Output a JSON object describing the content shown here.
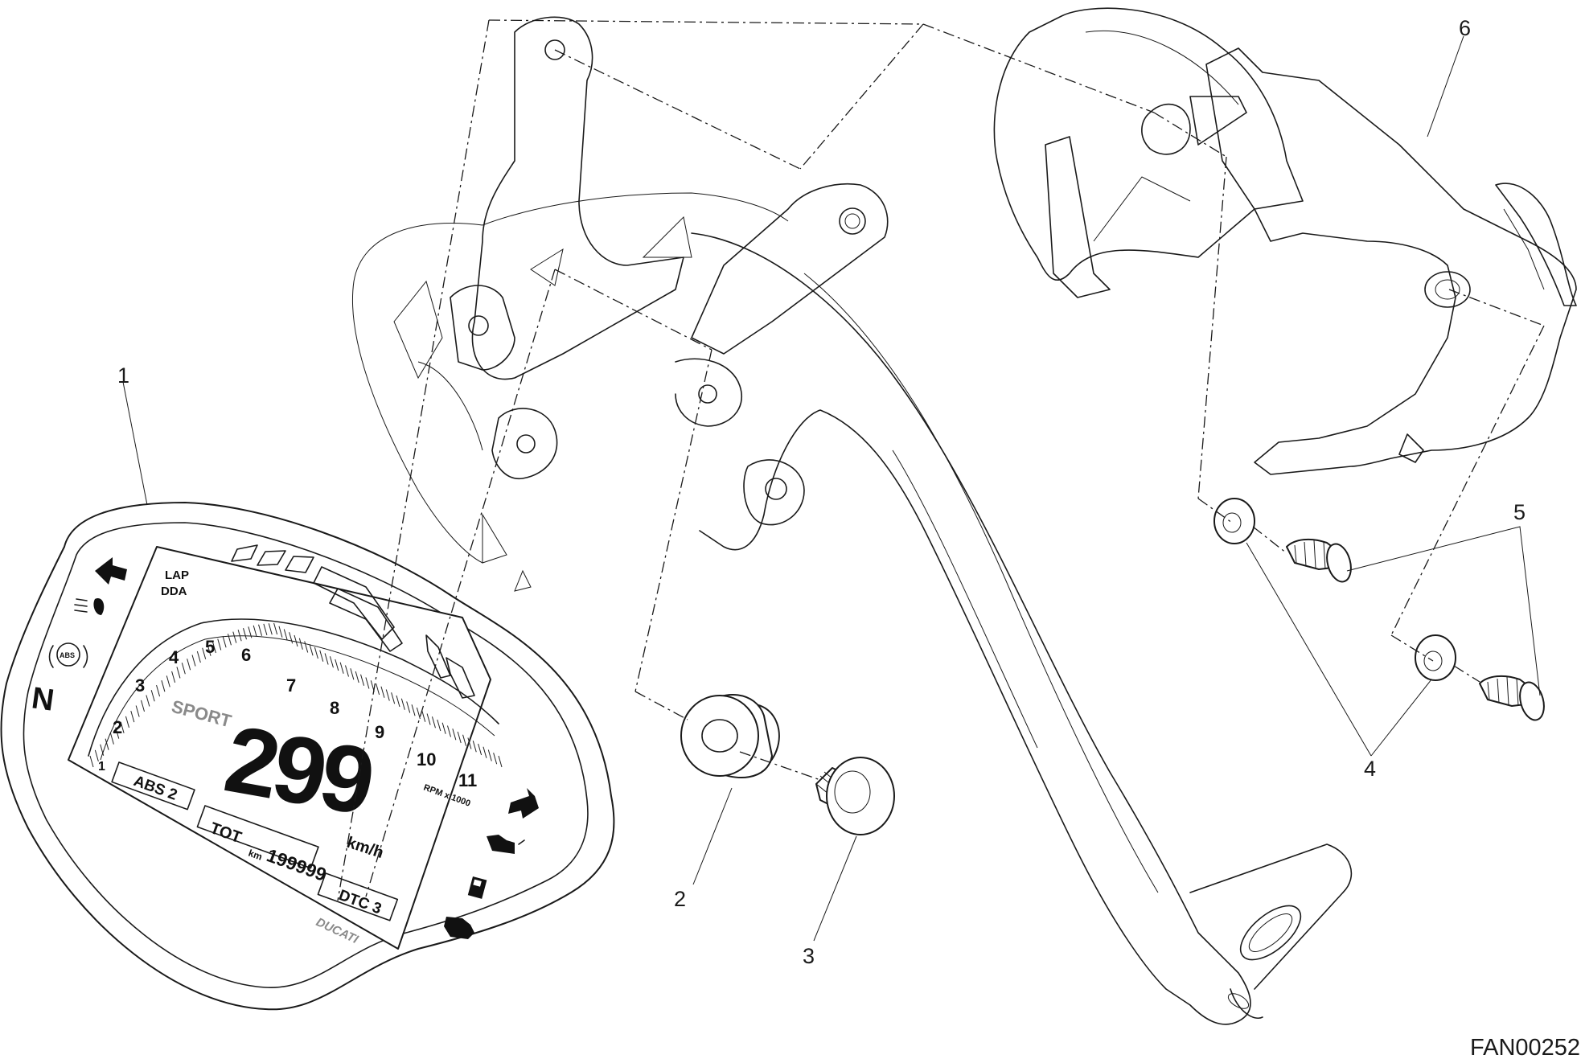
{
  "figure_code": "FAN00252",
  "callouts": [
    {
      "id": "1",
      "label": "1"
    },
    {
      "id": "2",
      "label": "2"
    },
    {
      "id": "3",
      "label": "3"
    },
    {
      "id": "4",
      "label": "4"
    },
    {
      "id": "5",
      "label": "5"
    },
    {
      "id": "6",
      "label": "6"
    }
  ],
  "dashboard": {
    "lap": "LAP",
    "dda": "DDA",
    "mode": "SPORT",
    "speed": "299",
    "speed_unit": "km/h",
    "rpm_unit": "RPM x 1000",
    "rpm_ticks": [
      "1",
      "2",
      "3",
      "4",
      "5",
      "6",
      "7",
      "8",
      "9",
      "10",
      "11"
    ],
    "abs": "ABS 2",
    "tot": "TOT",
    "odo_unit": "km",
    "odo": "199999",
    "dtc": "DTC 3",
    "brand": "DUCATI",
    "gear": "N",
    "abs_icon": "ABS"
  },
  "icons": [
    "left-turn-arrow-icon",
    "high-beam-icon",
    "abs-warning-icon",
    "neutral-indicator",
    "right-turn-arrow-icon",
    "oil-pressure-icon",
    "fuel-icon",
    "engine-icon"
  ]
}
